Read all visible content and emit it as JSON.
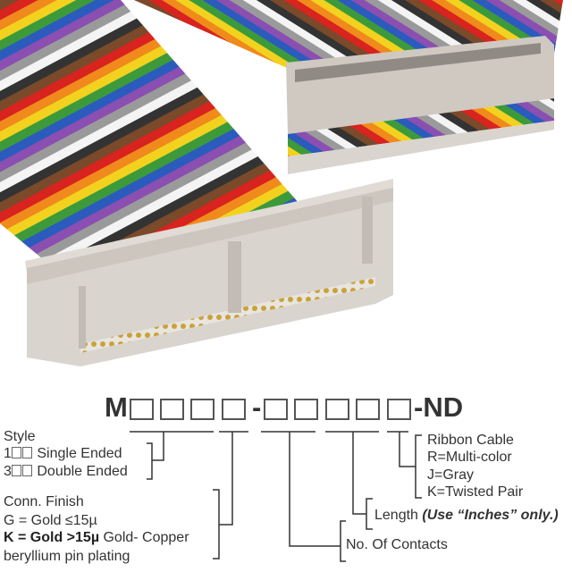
{
  "product_image": {
    "description_label": "ribbon-cable-assembly",
    "wire_colors": [
      "#7a4a2a",
      "#d8231f",
      "#f08a1c",
      "#f2d21e",
      "#3d9a3a",
      "#2a5bbd",
      "#8a4fb0",
      "#9a9a9a",
      "#f4f4f4",
      "#222222"
    ],
    "connector_color": "#d9d4ce"
  },
  "part_number": {
    "prefix": "M",
    "separator": "-",
    "suffix": "-ND",
    "group1_boxes": 4,
    "group2_boxes": 5
  },
  "style": {
    "title": "Style",
    "options": [
      {
        "code": "1",
        "label": "Single Ended"
      },
      {
        "code": "3",
        "label": "Double Ended"
      }
    ]
  },
  "conn_finish": {
    "title": "Conn. Finish",
    "g_line": "G = Gold ≤15µ",
    "k_line_bold": "K = Gold >15µ",
    "k_line_rest": " Gold- Copper",
    "k_line_2": "beryllium pin plating"
  },
  "contacts": {
    "label": "No. Of Contacts"
  },
  "length": {
    "label": "Length ",
    "note": "(Use “Inches” only.)"
  },
  "ribbon": {
    "title": "Ribbon Cable",
    "options": [
      "R=Multi-color",
      "J=Gray",
      "K=Twisted Pair"
    ]
  }
}
